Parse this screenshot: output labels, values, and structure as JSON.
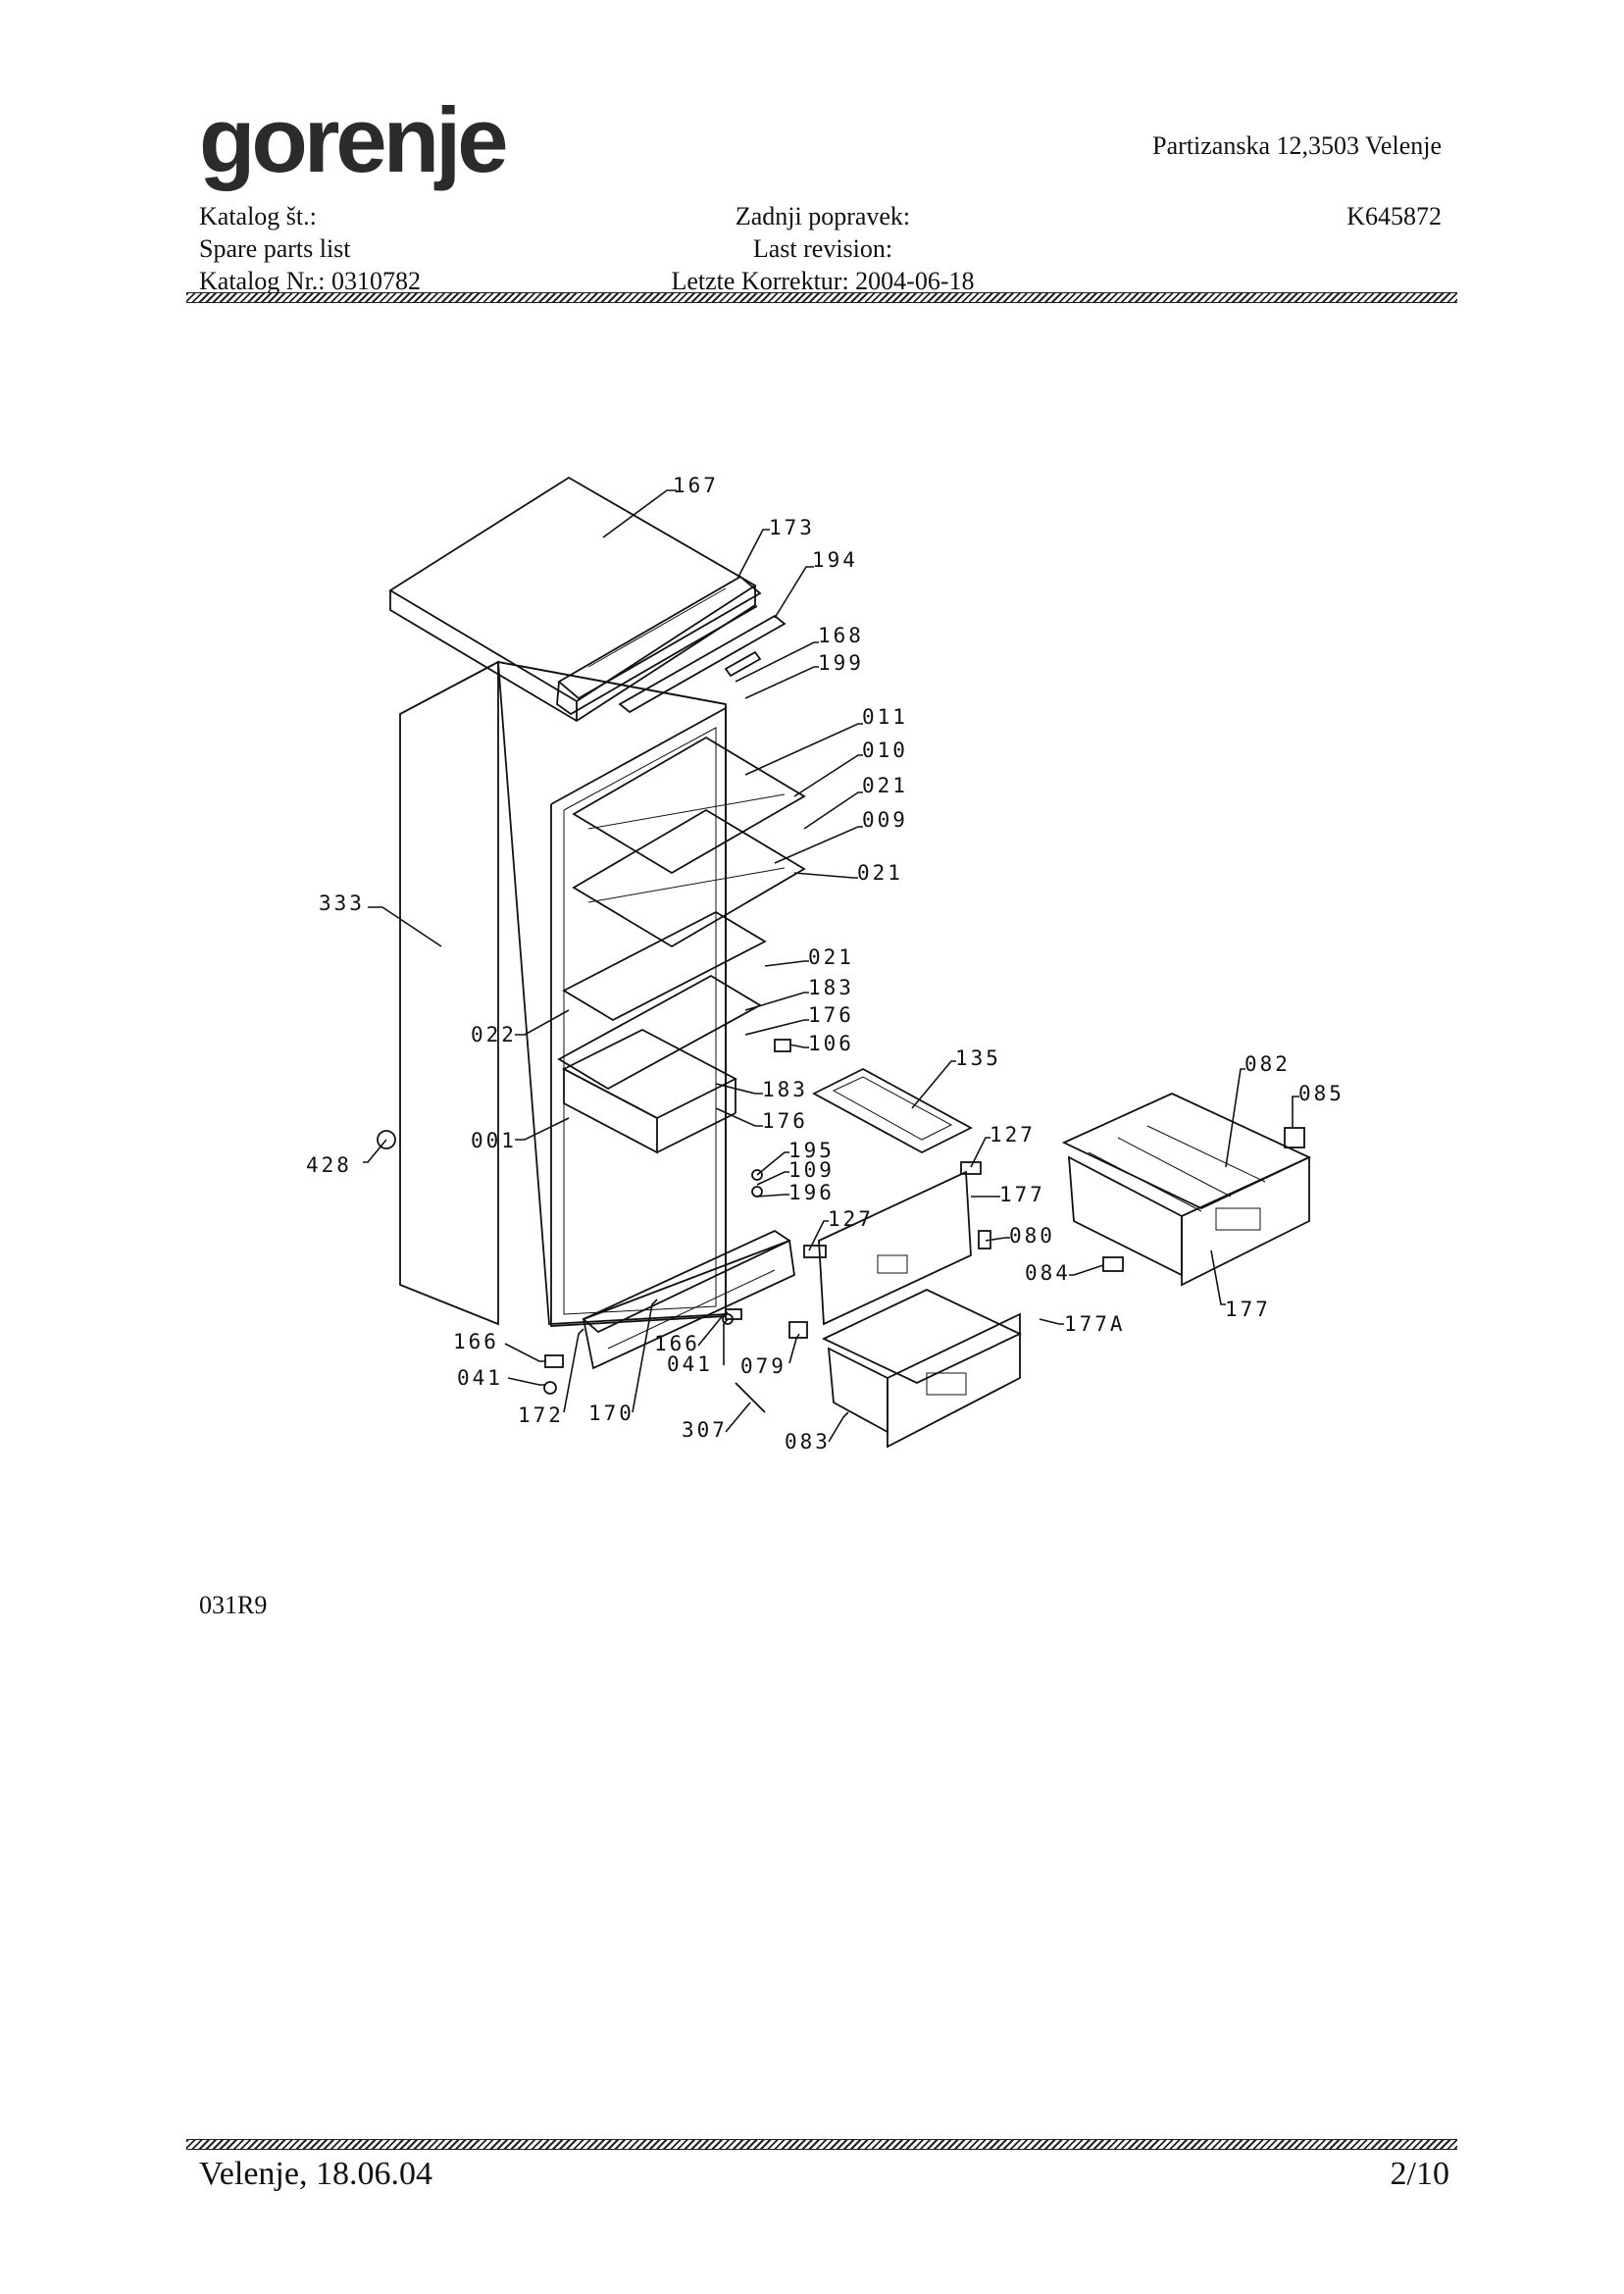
{
  "header": {
    "logo": "gorenje",
    "address": "Partizanska 12,3503 Velenje",
    "col1": [
      "Katalog št.:",
      "Spare parts list",
      "Katalog Nr.: 0310782"
    ],
    "col2": [
      "Zadnji popravek:",
      "Last revision:",
      "Letzte Korrektur: 2004-06-18"
    ],
    "col3": [
      "K645872"
    ]
  },
  "diagram": {
    "part_labels": [
      "167",
      "173",
      "194",
      "168",
      "199",
      "011",
      "010",
      "021",
      "009",
      "021",
      "333",
      "021",
      "183",
      "176",
      "106",
      "022",
      "183",
      "176",
      "001",
      "135",
      "082",
      "085",
      "428",
      "195",
      "109",
      "196",
      "127",
      "177",
      "127",
      "080",
      "084",
      "177",
      "166",
      "041",
      "166",
      "041",
      "079",
      "177A",
      "172",
      "170",
      "307",
      "083"
    ]
  },
  "drawing_code": "031R9",
  "footer": {
    "left": "Velenje, 18.06.04",
    "right": "2/10"
  }
}
